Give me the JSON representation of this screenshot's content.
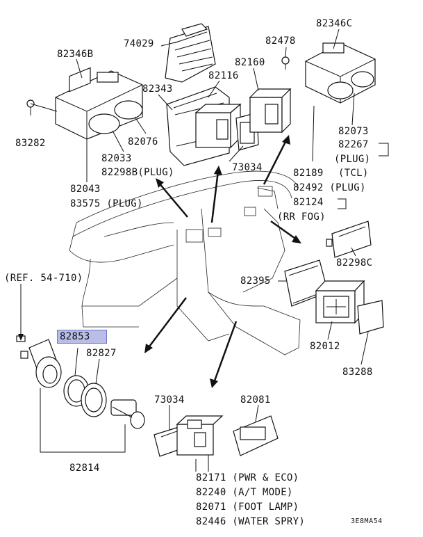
{
  "labels": {
    "p74029": "74029",
    "p82478": "82478",
    "p82346c": "82346C",
    "p82346b": "82346B",
    "p82160": "82160",
    "p82116": "82116",
    "p82343": "82343",
    "p83282": "83282",
    "p82033": "82033",
    "p82076": "82076",
    "p73034_top": "73034",
    "p82298b": "82298B(PLUG)",
    "p82043": "82043",
    "p83575": "83575 (PLUG)",
    "p82073": "82073",
    "p82267": "82267",
    "plug_tcl": "(PLUG)",
    "tcl": "(TCL)",
    "p82189": "82189",
    "p82492": "82492 (PLUG)",
    "p82124": "82124",
    "rr_fog": "(RR FOG)",
    "p82298c": "82298C",
    "ref": "(REF. 54-710)",
    "p82395": "82395",
    "p82853": "82853",
    "p82827": "82827",
    "p82012": "82012",
    "p83288": "83288",
    "p73034_bot": "73034",
    "p82081": "82081",
    "p82814": "82814",
    "p82171": "82171 (PWR & ECO)",
    "p82240": "82240 (A/T MODE)",
    "p82071": "82071 (FOOT LAMP)",
    "p82446": "82446 (WATER SPRY)",
    "code": "3E8MA54"
  },
  "highlight_color": "#b9bde8"
}
